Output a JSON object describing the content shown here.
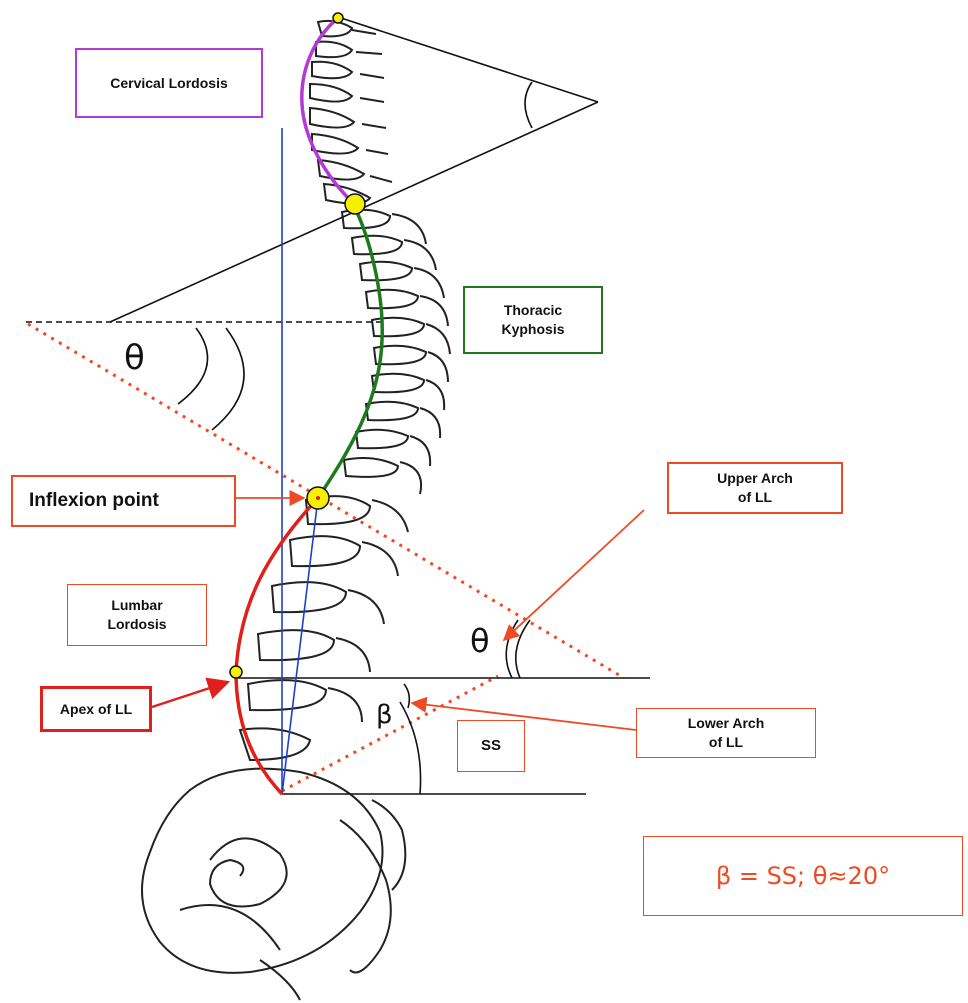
{
  "labels": {
    "cervical_lordosis": "Cervical Lordosis",
    "thoracic_kyphosis": "Thoracic\nKyphosis",
    "inflexion_point": "Inflexion point",
    "upper_arch": "Upper Arch\nof LL",
    "lumbar_lordosis": "Lumbar\nLordosis",
    "apex_of_ll": "Apex of LL",
    "lower_arch": "Lower Arch\nof LL",
    "ss": "SS",
    "formula": "β = SS; θ≈20°"
  },
  "symbols": {
    "theta": "θ",
    "beta": "β"
  },
  "colors": {
    "cervical_curve": "#b23bd6",
    "thoracic_curve": "#1f7a1f",
    "lumbar_curve": "#e0201b",
    "callout": "#ee4b25",
    "plumb_line": "#1f3fd0",
    "marker_fill": "#f6ef00",
    "formula_text": "#ee4b25"
  }
}
